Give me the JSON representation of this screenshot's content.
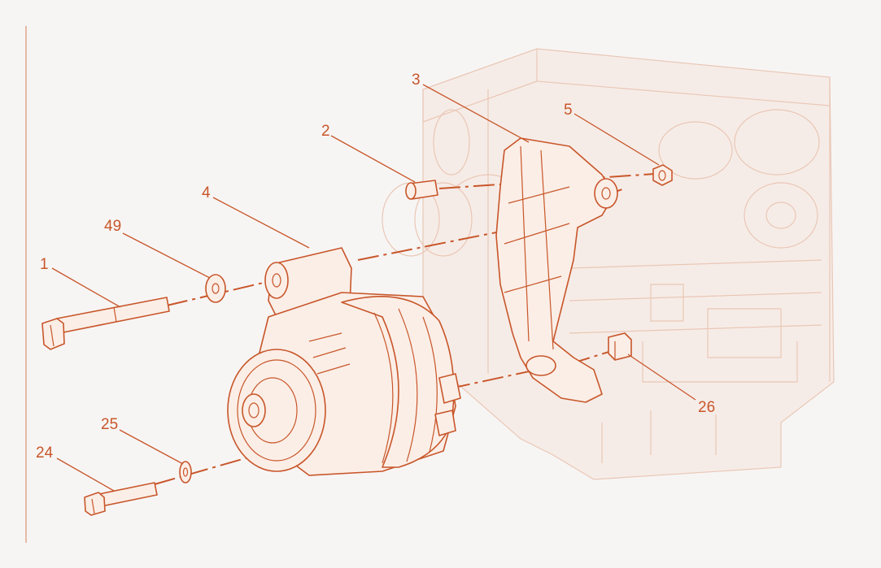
{
  "diagram": {
    "accent_color": "#c8562a",
    "background_color": "#f7f5f4",
    "callouts": [
      {
        "id": "c1",
        "label": "1"
      },
      {
        "id": "c2",
        "label": "2"
      },
      {
        "id": "c3",
        "label": "3"
      },
      {
        "id": "c4",
        "label": "4"
      },
      {
        "id": "c5",
        "label": "5"
      },
      {
        "id": "c24",
        "label": "24"
      },
      {
        "id": "c25",
        "label": "25"
      },
      {
        "id": "c26",
        "label": "26"
      },
      {
        "id": "c49",
        "label": "49"
      }
    ]
  }
}
